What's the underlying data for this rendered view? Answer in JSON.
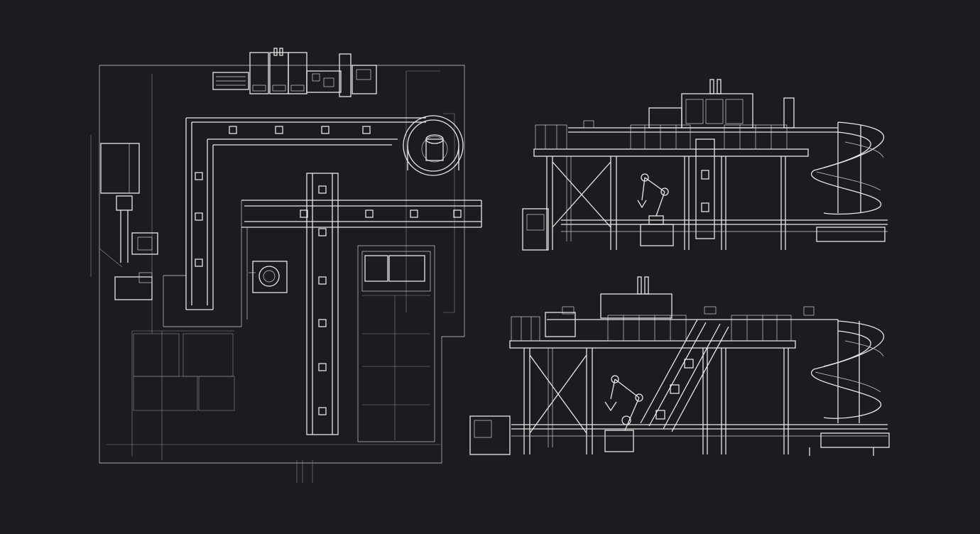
{
  "canvas": {
    "background": "#1b1c1f",
    "line_color": "#e8e8e8"
  },
  "drawings": [
    {
      "id": "plan",
      "view": "top"
    },
    {
      "id": "elevation-1",
      "view": "side"
    },
    {
      "id": "elevation-2",
      "view": "side"
    }
  ]
}
